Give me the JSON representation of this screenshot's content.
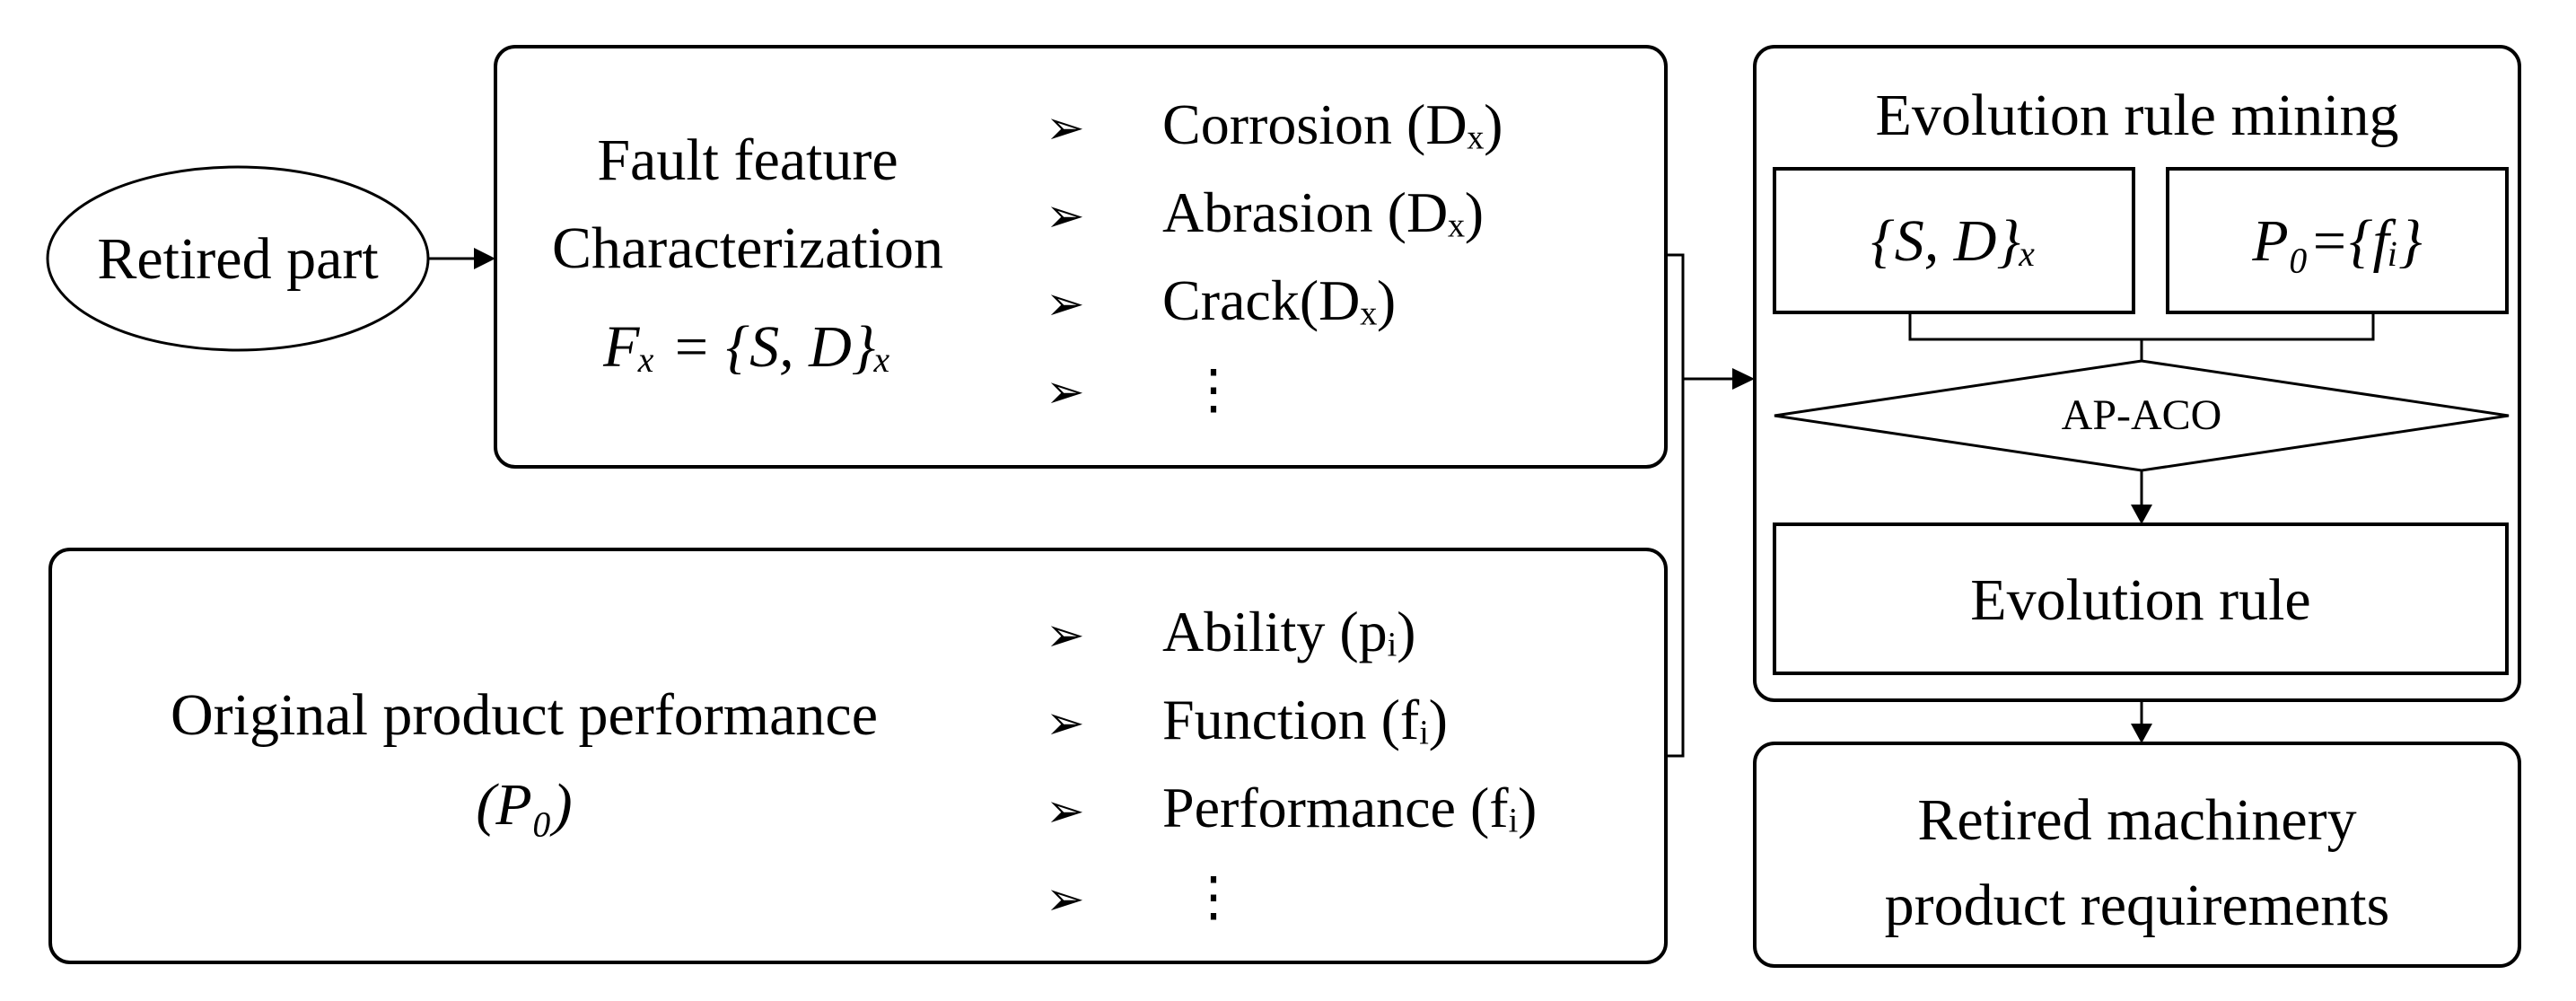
{
  "nodes": {
    "retired_part": "Retired part",
    "fault_feature": {
      "line1": "Fault  feature",
      "line2": "Characterization",
      "formula": "Fₓ = {S, D}ₓ"
    },
    "fault_bullets": [
      "Corrosion (Dₓ)",
      "Abrasion (Dₓ)",
      "Crack(Dₓ)"
    ],
    "original_perf": {
      "line1": "Original  product performance",
      "line2": "(P₀)"
    },
    "perf_bullets": [
      "Ability  (pᵢ)",
      "Function (fᵢ)",
      "Performance (fᵢ)"
    ],
    "evolution_mining": {
      "title": "Evolution  rule mining",
      "sd": "{S, D}ₓ",
      "p0": "P₀={fᵢ}",
      "algorithm": "AP-ACO",
      "rule": "Evolution  rule"
    },
    "requirements": {
      "line1": "Retired machinery",
      "line2": "product requirements"
    }
  },
  "symbols": {
    "bullet": "➢",
    "ellipsis": "⋮"
  },
  "icons": {
    "bullet": "arrowhead-bullet-icon",
    "ellipsis": "vertical-ellipsis-icon"
  }
}
